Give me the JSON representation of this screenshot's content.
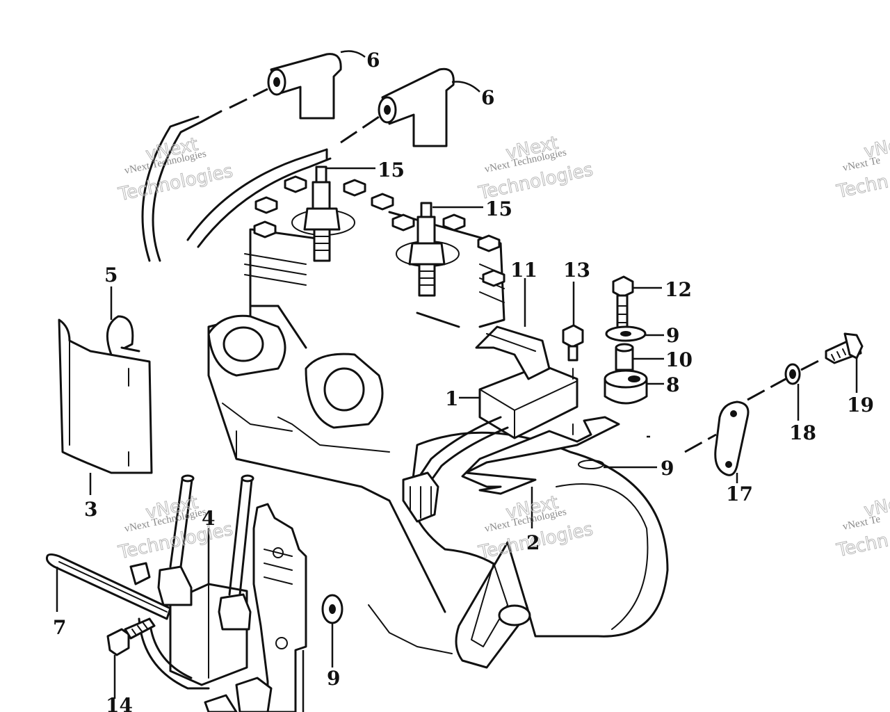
{
  "diagram": {
    "type": "exploded-parts-diagram",
    "callouts": [
      {
        "id": "c6a",
        "label": "6"
      },
      {
        "id": "c6b",
        "label": "6"
      },
      {
        "id": "c15a",
        "label": "15"
      },
      {
        "id": "c15b",
        "label": "15"
      },
      {
        "id": "c5",
        "label": "5"
      },
      {
        "id": "c3",
        "label": "3"
      },
      {
        "id": "c11",
        "label": "11"
      },
      {
        "id": "c13",
        "label": "13"
      },
      {
        "id": "c12",
        "label": "12"
      },
      {
        "id": "c9a",
        "label": "9"
      },
      {
        "id": "c10",
        "label": "10"
      },
      {
        "id": "c8",
        "label": "8"
      },
      {
        "id": "c1",
        "label": "1"
      },
      {
        "id": "c19",
        "label": "19"
      },
      {
        "id": "c18",
        "label": "18"
      },
      {
        "id": "c17",
        "label": "17"
      },
      {
        "id": "c9b",
        "label": "9"
      },
      {
        "id": "c2",
        "label": "2"
      },
      {
        "id": "c4",
        "label": "4"
      },
      {
        "id": "c7",
        "label": "7"
      },
      {
        "id": "c9c",
        "label": "9"
      },
      {
        "id": "c14",
        "label": "14"
      }
    ],
    "watermarks": [
      {
        "small": "vNext Technologies",
        "big": "Technologies",
        "top": "vNext"
      },
      {
        "small": "vNext Technologies",
        "big": "Technologies",
        "top": "vNext"
      },
      {
        "small": "vNext Te",
        "big": "Techn",
        "top": "vNext"
      },
      {
        "small": "vNext Technologies",
        "big": "Technologies",
        "top": "vNext"
      },
      {
        "small": "vNext Technologies",
        "big": "Technologies",
        "top": "vNext"
      },
      {
        "small": "vNext Te",
        "big": "Techn",
        "top": "vNext"
      }
    ],
    "colors": {
      "ink": "#111111",
      "watermark": "#8a8a8a",
      "background": "#ffffff"
    }
  }
}
